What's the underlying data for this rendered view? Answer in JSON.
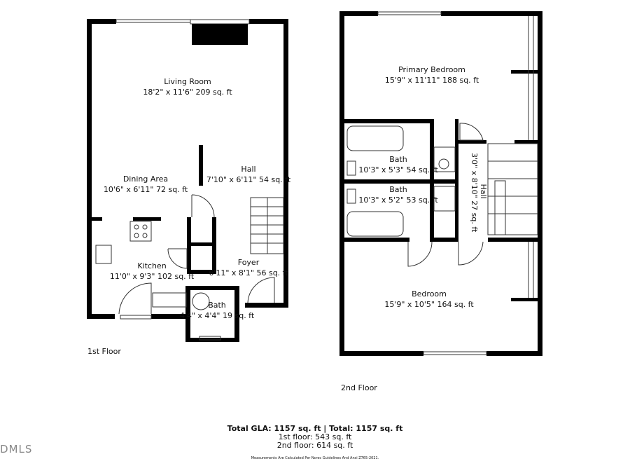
{
  "floor1": {
    "label": "1st Floor",
    "rooms": [
      {
        "name": "Living Room",
        "dims": "18'2\" x 11'6\" 209 sq. ft"
      },
      {
        "name": "Dining Area",
        "dims": "10'6\" x 6'11\" 72 sq. ft"
      },
      {
        "name": "Hall",
        "dims": "7'10\" x 6'11\" 54 sq. ft"
      },
      {
        "name": "Kitchen",
        "dims": "11'0\" x 9'3\" 102 sq. ft"
      },
      {
        "name": "Foyer",
        "dims": "6'11\" x 8'1\" 56 sq. ft"
      },
      {
        "name": "Bath",
        "dims": "4'4\" x 4'4\" 19 sq. ft"
      }
    ]
  },
  "floor2": {
    "label": "2nd Floor",
    "rooms": [
      {
        "name": "Primary Bedroom",
        "dims": "15'9\" x 11'11\" 188 sq. ft"
      },
      {
        "name": "Bath",
        "dims": "10'3\" x 5'3\" 54 sq. ft"
      },
      {
        "name": "Bath",
        "dims": "10'3\" x 5'2\" 53 sq. ft"
      },
      {
        "name": "Hall",
        "dims": "3'0\" x 8'10\" 27 sq. ft"
      },
      {
        "name": "Bedroom",
        "dims": "15'9\" x 10'5\" 164 sq. ft"
      }
    ]
  },
  "totals": {
    "headline": "Total GLA: 1157 sq. ft | Total: 1157 sq. ft",
    "floor1": "1st floor: 543 sq. ft",
    "floor2": "2nd floor: 614 sq. ft",
    "note": "Measurements Are Calculated Per Ncrec Guidelines And Ansi Z765-2021."
  },
  "logo": "DMLS"
}
